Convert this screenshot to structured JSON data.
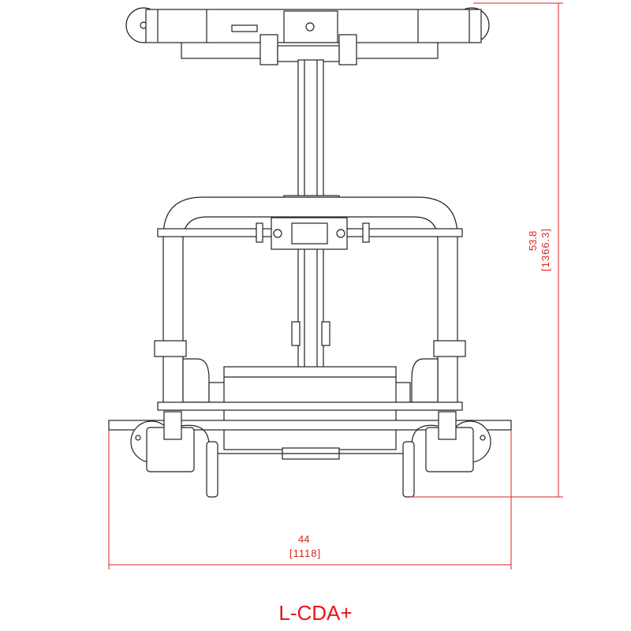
{
  "title": "L-CDA+",
  "dimensions": {
    "width": {
      "inches": "44",
      "mm": "1118"
    },
    "height": {
      "inches": "53.8",
      "mm": "1366.3"
    }
  },
  "colors": {
    "dimension": "#e02020",
    "line": "#222222"
  }
}
